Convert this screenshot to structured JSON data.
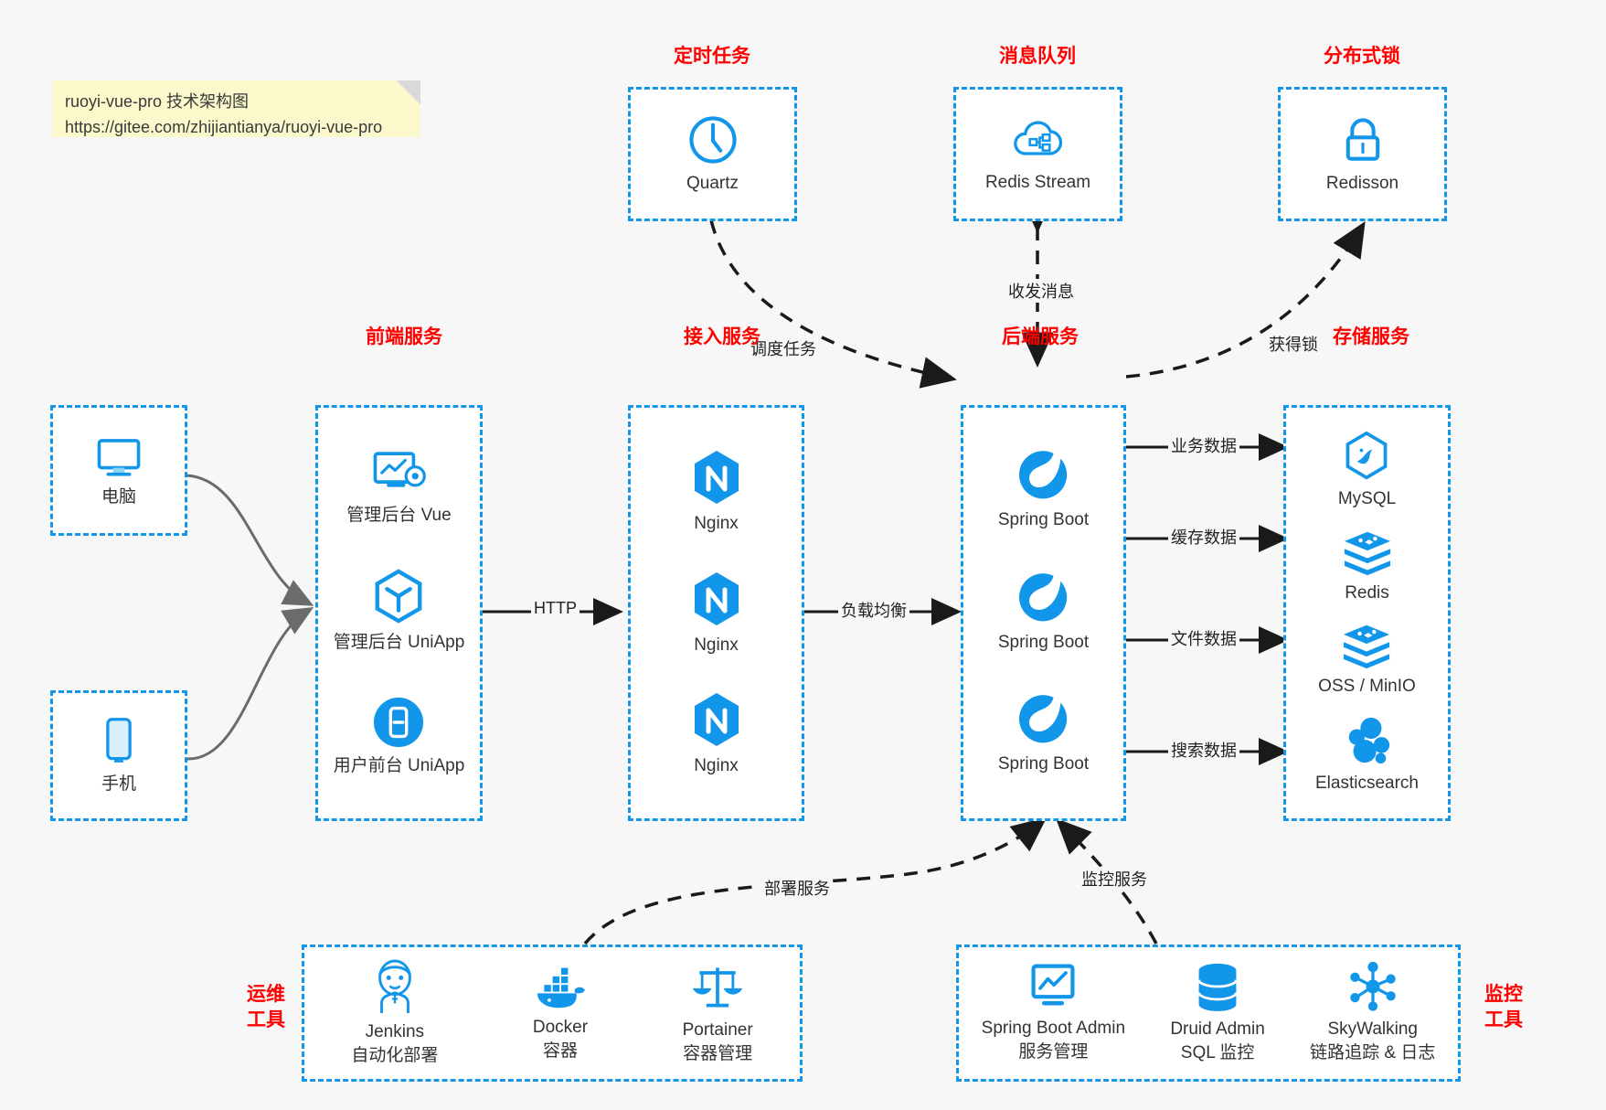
{
  "note": {
    "line1": "ruoyi-vue-pro 技术架构图",
    "line2": "https://gitee.com/zhijiantianya/ruoyi-vue-pro"
  },
  "colors": {
    "accent_blue": "#1296ea",
    "title_red": "#ff0000",
    "background": "#f7f7f7",
    "box_fill": "#ffffff",
    "arrow_dark": "#1a1a1a",
    "arrow_gray": "#6b6b6b",
    "note_yellow": "#fbf8cc"
  },
  "groups": {
    "scheduler": {
      "title": "定时任务",
      "nodes": [
        {
          "label": "Quartz",
          "icon": "clock-icon"
        }
      ]
    },
    "message_queue": {
      "title": "消息队列",
      "nodes": [
        {
          "label": "Redis Stream",
          "icon": "cloud-network-icon"
        }
      ]
    },
    "distributed_lock": {
      "title": "分布式锁",
      "nodes": [
        {
          "label": "Redisson",
          "icon": "lock-icon"
        }
      ]
    },
    "clients": {
      "nodes": [
        {
          "label": "电脑",
          "icon": "desktop-monitor-icon"
        },
        {
          "label": "手机",
          "icon": "mobile-phone-icon"
        }
      ]
    },
    "frontend": {
      "title": "前端服务",
      "nodes": [
        {
          "label": "管理后台 Vue",
          "icon": "dashboard-gear-icon"
        },
        {
          "label": "管理后台 UniApp",
          "icon": "cube-icon"
        },
        {
          "label": "用户前台 UniApp",
          "icon": "phone-app-icon"
        }
      ]
    },
    "gateway": {
      "title": "接入服务",
      "nodes": [
        {
          "label": "Nginx",
          "icon": "nginx-icon"
        },
        {
          "label": "Nginx",
          "icon": "nginx-icon"
        },
        {
          "label": "Nginx",
          "icon": "nginx-icon"
        }
      ]
    },
    "backend": {
      "title": "后端服务",
      "nodes": [
        {
          "label": "Spring Boot",
          "icon": "spring-boot-icon"
        },
        {
          "label": "Spring Boot",
          "icon": "spring-boot-icon"
        },
        {
          "label": "Spring Boot",
          "icon": "spring-boot-icon"
        }
      ]
    },
    "storage": {
      "title": "存储服务",
      "nodes": [
        {
          "label": "MySQL",
          "icon": "mysql-icon"
        },
        {
          "label": "Redis",
          "icon": "redis-icon"
        },
        {
          "label": "OSS / MinIO",
          "icon": "redis-icon"
        },
        {
          "label": "Elasticsearch",
          "icon": "elasticsearch-icon"
        }
      ]
    },
    "devops": {
      "title_line1": "运维",
      "title_line2": "工具",
      "nodes": [
        {
          "label": "Jenkins",
          "sub": "自动化部署",
          "icon": "jenkins-icon"
        },
        {
          "label": "Docker",
          "sub": "容器",
          "icon": "docker-icon"
        },
        {
          "label": "Portainer",
          "sub": "容器管理",
          "icon": "scales-icon"
        }
      ]
    },
    "monitoring": {
      "title_line1": "监控",
      "title_line2": "工具",
      "nodes": [
        {
          "label": "Spring Boot Admin",
          "sub": "服务管理",
          "icon": "monitor-chart-icon"
        },
        {
          "label": "Druid Admin",
          "sub": "SQL 监控",
          "icon": "database-icon"
        },
        {
          "label": "SkyWalking",
          "sub": "链路追踪 & 日志",
          "icon": "skywalking-icon"
        }
      ]
    }
  },
  "edges": [
    {
      "name": "frontend-to-gateway",
      "label": "HTTP"
    },
    {
      "name": "gateway-to-backend",
      "label": "负载均衡"
    },
    {
      "name": "scheduler-to-backend",
      "label": "调度任务"
    },
    {
      "name": "mq-to-backend",
      "label": "收发消息"
    },
    {
      "name": "backend-to-lock",
      "label": "获得锁"
    },
    {
      "name": "backend-to-mysql",
      "label": "业务数据"
    },
    {
      "name": "backend-to-redis",
      "label": "缓存数据"
    },
    {
      "name": "backend-to-oss",
      "label": "文件数据"
    },
    {
      "name": "backend-to-es",
      "label": "搜索数据"
    },
    {
      "name": "devops-to-backend",
      "label": "部署服务"
    },
    {
      "name": "monitoring-to-backend",
      "label": "监控服务"
    }
  ]
}
